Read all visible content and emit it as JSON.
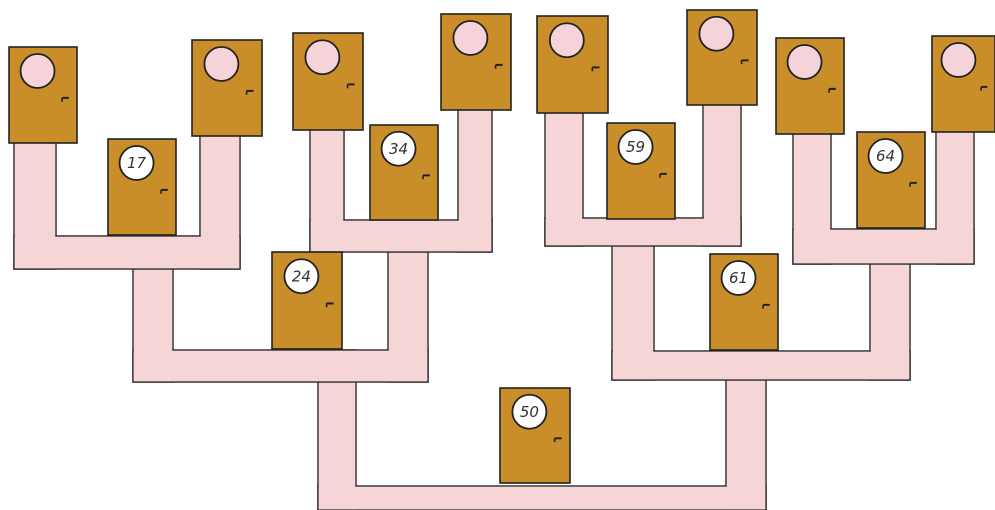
{
  "colors": {
    "hallway": "#f6d5d6",
    "door": "#c98e2a",
    "outline": "#222222",
    "label_bg": "#ffffff",
    "knob_bg": "#f5d3d8"
  },
  "root": {
    "label": "50",
    "left": {
      "label": "24",
      "left": {
        "label": "17",
        "left": {
          "label": ""
        },
        "right": {
          "label": ""
        }
      },
      "right": {
        "label": "34",
        "left": {
          "label": ""
        },
        "right": {
          "label": ""
        }
      }
    },
    "right": {
      "label": "61",
      "left": {
        "label": "59",
        "left": {
          "label": ""
        },
        "right": {
          "label": ""
        }
      },
      "right": {
        "label": "64",
        "left": {
          "label": ""
        },
        "right": {
          "label": ""
        }
      }
    }
  }
}
